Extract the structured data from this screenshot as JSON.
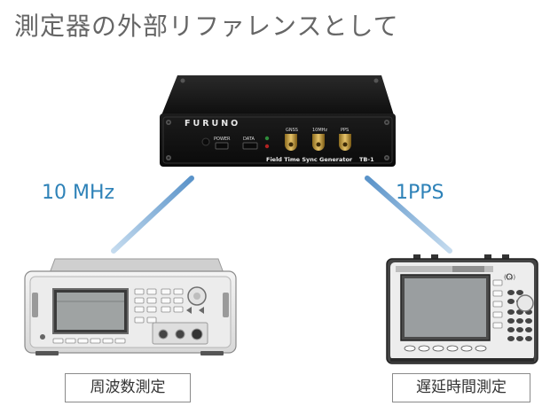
{
  "title": "測定器の外部リファレンスとして",
  "device": {
    "brand": "FURUNO",
    "ports": {
      "power": "POWER",
      "data": "DATA",
      "gnss": "GNSS",
      "tenmhz": "10MHz",
      "pps": "PPS"
    },
    "product_name": "Field Time Sync Generator",
    "model": "TB-1"
  },
  "signals": {
    "left": "10 MHz",
    "right": "1PPS"
  },
  "captions": {
    "left": "周波数測定",
    "right": "遅延時間測定"
  },
  "icons": [
    "tb1-device",
    "frequency-counter",
    "signal-analyzer"
  ]
}
